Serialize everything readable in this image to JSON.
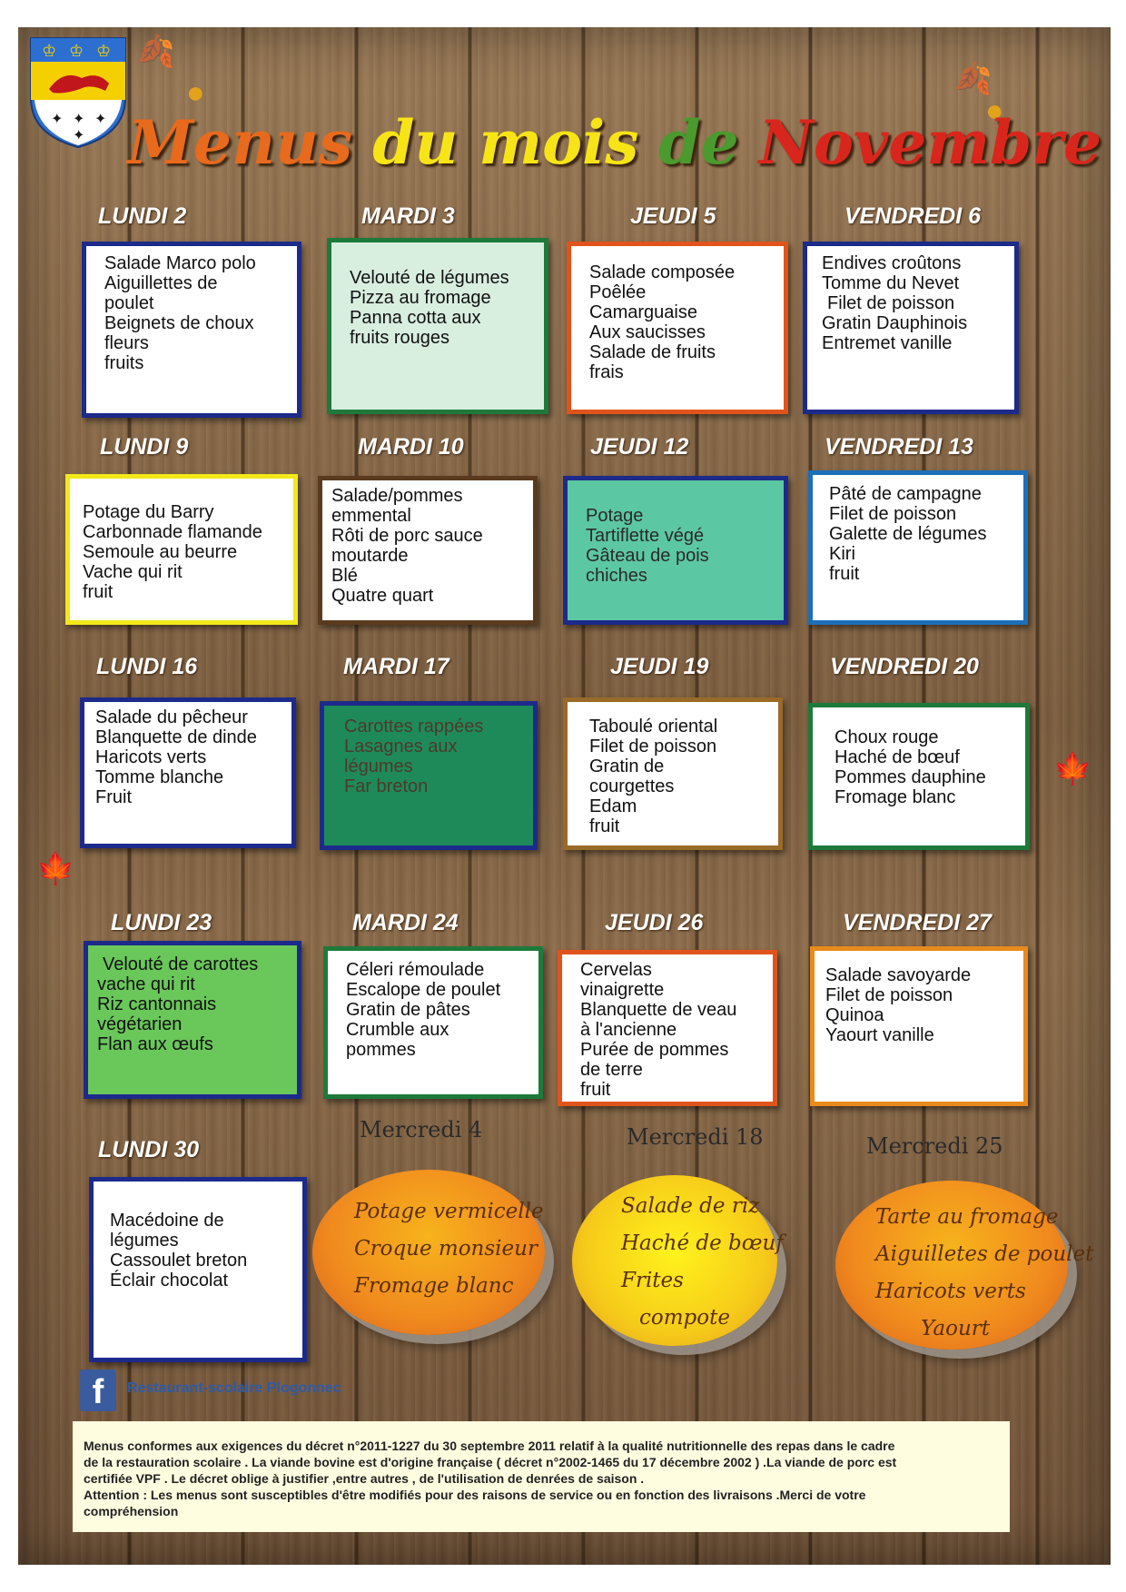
{
  "title_parts": [
    "Menus",
    "du mois",
    "de",
    "Novembre"
  ],
  "colors": {
    "title_orange": "#e86a1c",
    "title_yellow": "#f7e417",
    "title_green": "#4a9a2e",
    "title_red": "#d9261c"
  },
  "week1": {
    "lundi": {
      "day": "LUNDI 2",
      "items": [
        "Salade Marco polo",
        "Aiguillettes de",
        "poulet",
        "Beignets de choux",
        "fleurs",
        "fruits"
      ]
    },
    "mardi": {
      "day": "MARDI 3",
      "items": [
        "Velouté de légumes",
        "Pizza au fromage",
        "Panna cotta aux",
        "fruits rouges"
      ]
    },
    "jeudi": {
      "day": "JEUDI 5",
      "items": [
        "Salade composée",
        "Poêlée",
        "Camarguaise",
        "Aux saucisses",
        "Salade de fruits",
        "frais"
      ]
    },
    "vendredi": {
      "day": "VENDREDI 6",
      "items": [
        "Endives croûtons",
        "Tomme du Nevet",
        "Filet de poisson",
        "Gratin Dauphinois",
        "Entremet vanille"
      ]
    }
  },
  "week2": {
    "lundi": {
      "day": "LUNDI 9",
      "items": [
        "Potage du Barry",
        "Carbonnade flamande",
        "Semoule au beurre",
        "Vache qui rit",
        "fruit"
      ]
    },
    "mardi": {
      "day": "MARDI 10",
      "items": [
        "Salade/pommes",
        "emmental",
        "Rôti de porc sauce",
        "moutarde",
        "Blé",
        "Quatre quart"
      ]
    },
    "jeudi": {
      "day": "JEUDI 12",
      "items": [
        "Potage",
        "Tartiflette végé",
        "Gâteau de pois",
        "chiches"
      ]
    },
    "vendredi": {
      "day": "VENDREDI 13",
      "items": [
        "Pâté de campagne",
        "Filet de poisson",
        "Galette de légumes",
        "Kiri",
        "fruit"
      ]
    }
  },
  "week3": {
    "lundi": {
      "day": "LUNDI 16",
      "items": [
        "Salade du pêcheur",
        "Blanquette de dinde",
        "Haricots verts",
        "Tomme blanche",
        "Fruit"
      ]
    },
    "mardi": {
      "day": "MARDI 17",
      "items": [
        "Carottes rappées",
        "Lasagnes aux",
        "légumes",
        "Far breton"
      ]
    },
    "jeudi": {
      "day": "JEUDI 19",
      "items": [
        "Taboulé oriental",
        "Filet de poisson",
        "Gratin de",
        "courgettes",
        "Edam",
        "fruit"
      ]
    },
    "vendredi": {
      "day": "VENDREDI 20",
      "items": [
        "Choux rouge",
        "Haché de bœuf",
        "Pommes dauphine",
        "Fromage blanc"
      ]
    }
  },
  "week4": {
    "lundi": {
      "day": "LUNDI 23",
      "items": [
        "Velouté de carottes",
        "vache qui rit",
        "Riz cantonnais",
        "végétarien",
        "Flan aux œufs"
      ]
    },
    "mardi": {
      "day": "MARDI 24",
      "items": [
        "Céleri rémoulade",
        "Escalope de poulet",
        "Gratin de pâtes",
        "Crumble aux",
        "pommes"
      ]
    },
    "jeudi": {
      "day": "JEUDI 26",
      "items": [
        "Cervelas",
        "vinaigrette",
        "Blanquette de veau",
        "à l'ancienne",
        "Purée de pommes",
        "de terre",
        "fruit"
      ]
    },
    "vendredi": {
      "day": "VENDREDI 27",
      "items": [
        "Salade savoyarde",
        "Filet de poisson",
        "Quinoa",
        "Yaourt vanille"
      ]
    }
  },
  "week5": {
    "lundi": {
      "day": "LUNDI 30",
      "items": [
        "Macédoine de",
        "légumes",
        "Cassoulet breton",
        "Éclair chocolat"
      ]
    }
  },
  "mercredi": [
    {
      "day": "Mercredi 4",
      "items": [
        "Potage vermicelle",
        "Croque monsieur",
        "Fromage blanc"
      ]
    },
    {
      "day": "Mercredi 18",
      "items": [
        "Salade de riz",
        "Haché de bœuf",
        "Frites",
        "compote"
      ]
    },
    {
      "day": "Mercredi 25",
      "items": [
        "Tarte au fromage",
        "Aiguilletes de poulet",
        "Haricots verts",
        "Yaourt"
      ]
    }
  ],
  "facebook": {
    "icon": "facebook-icon",
    "label": "Restaurant-scolaire Plogonnec"
  },
  "footer": {
    "lines": [
      "Menus conformes aux exigences du décret n°2011-1227 du 30 septembre 2011 relatif à la qualité nutritionnelle des repas dans le cadre",
      "de la restauration scolaire . La viande bovine est d'origine française ( décret n°2002-1465 du 17 décembre 2002 ) .La viande de porc est",
      "certifiée VPF . Le décret oblige à justifier ,entre autres , de l'utilisation de denrées de saison .",
      "Attention : Les menus sont susceptibles d'être modifiés pour des raisons de service ou en fonction des livraisons .Merci de votre",
      "compréhension"
    ]
  }
}
